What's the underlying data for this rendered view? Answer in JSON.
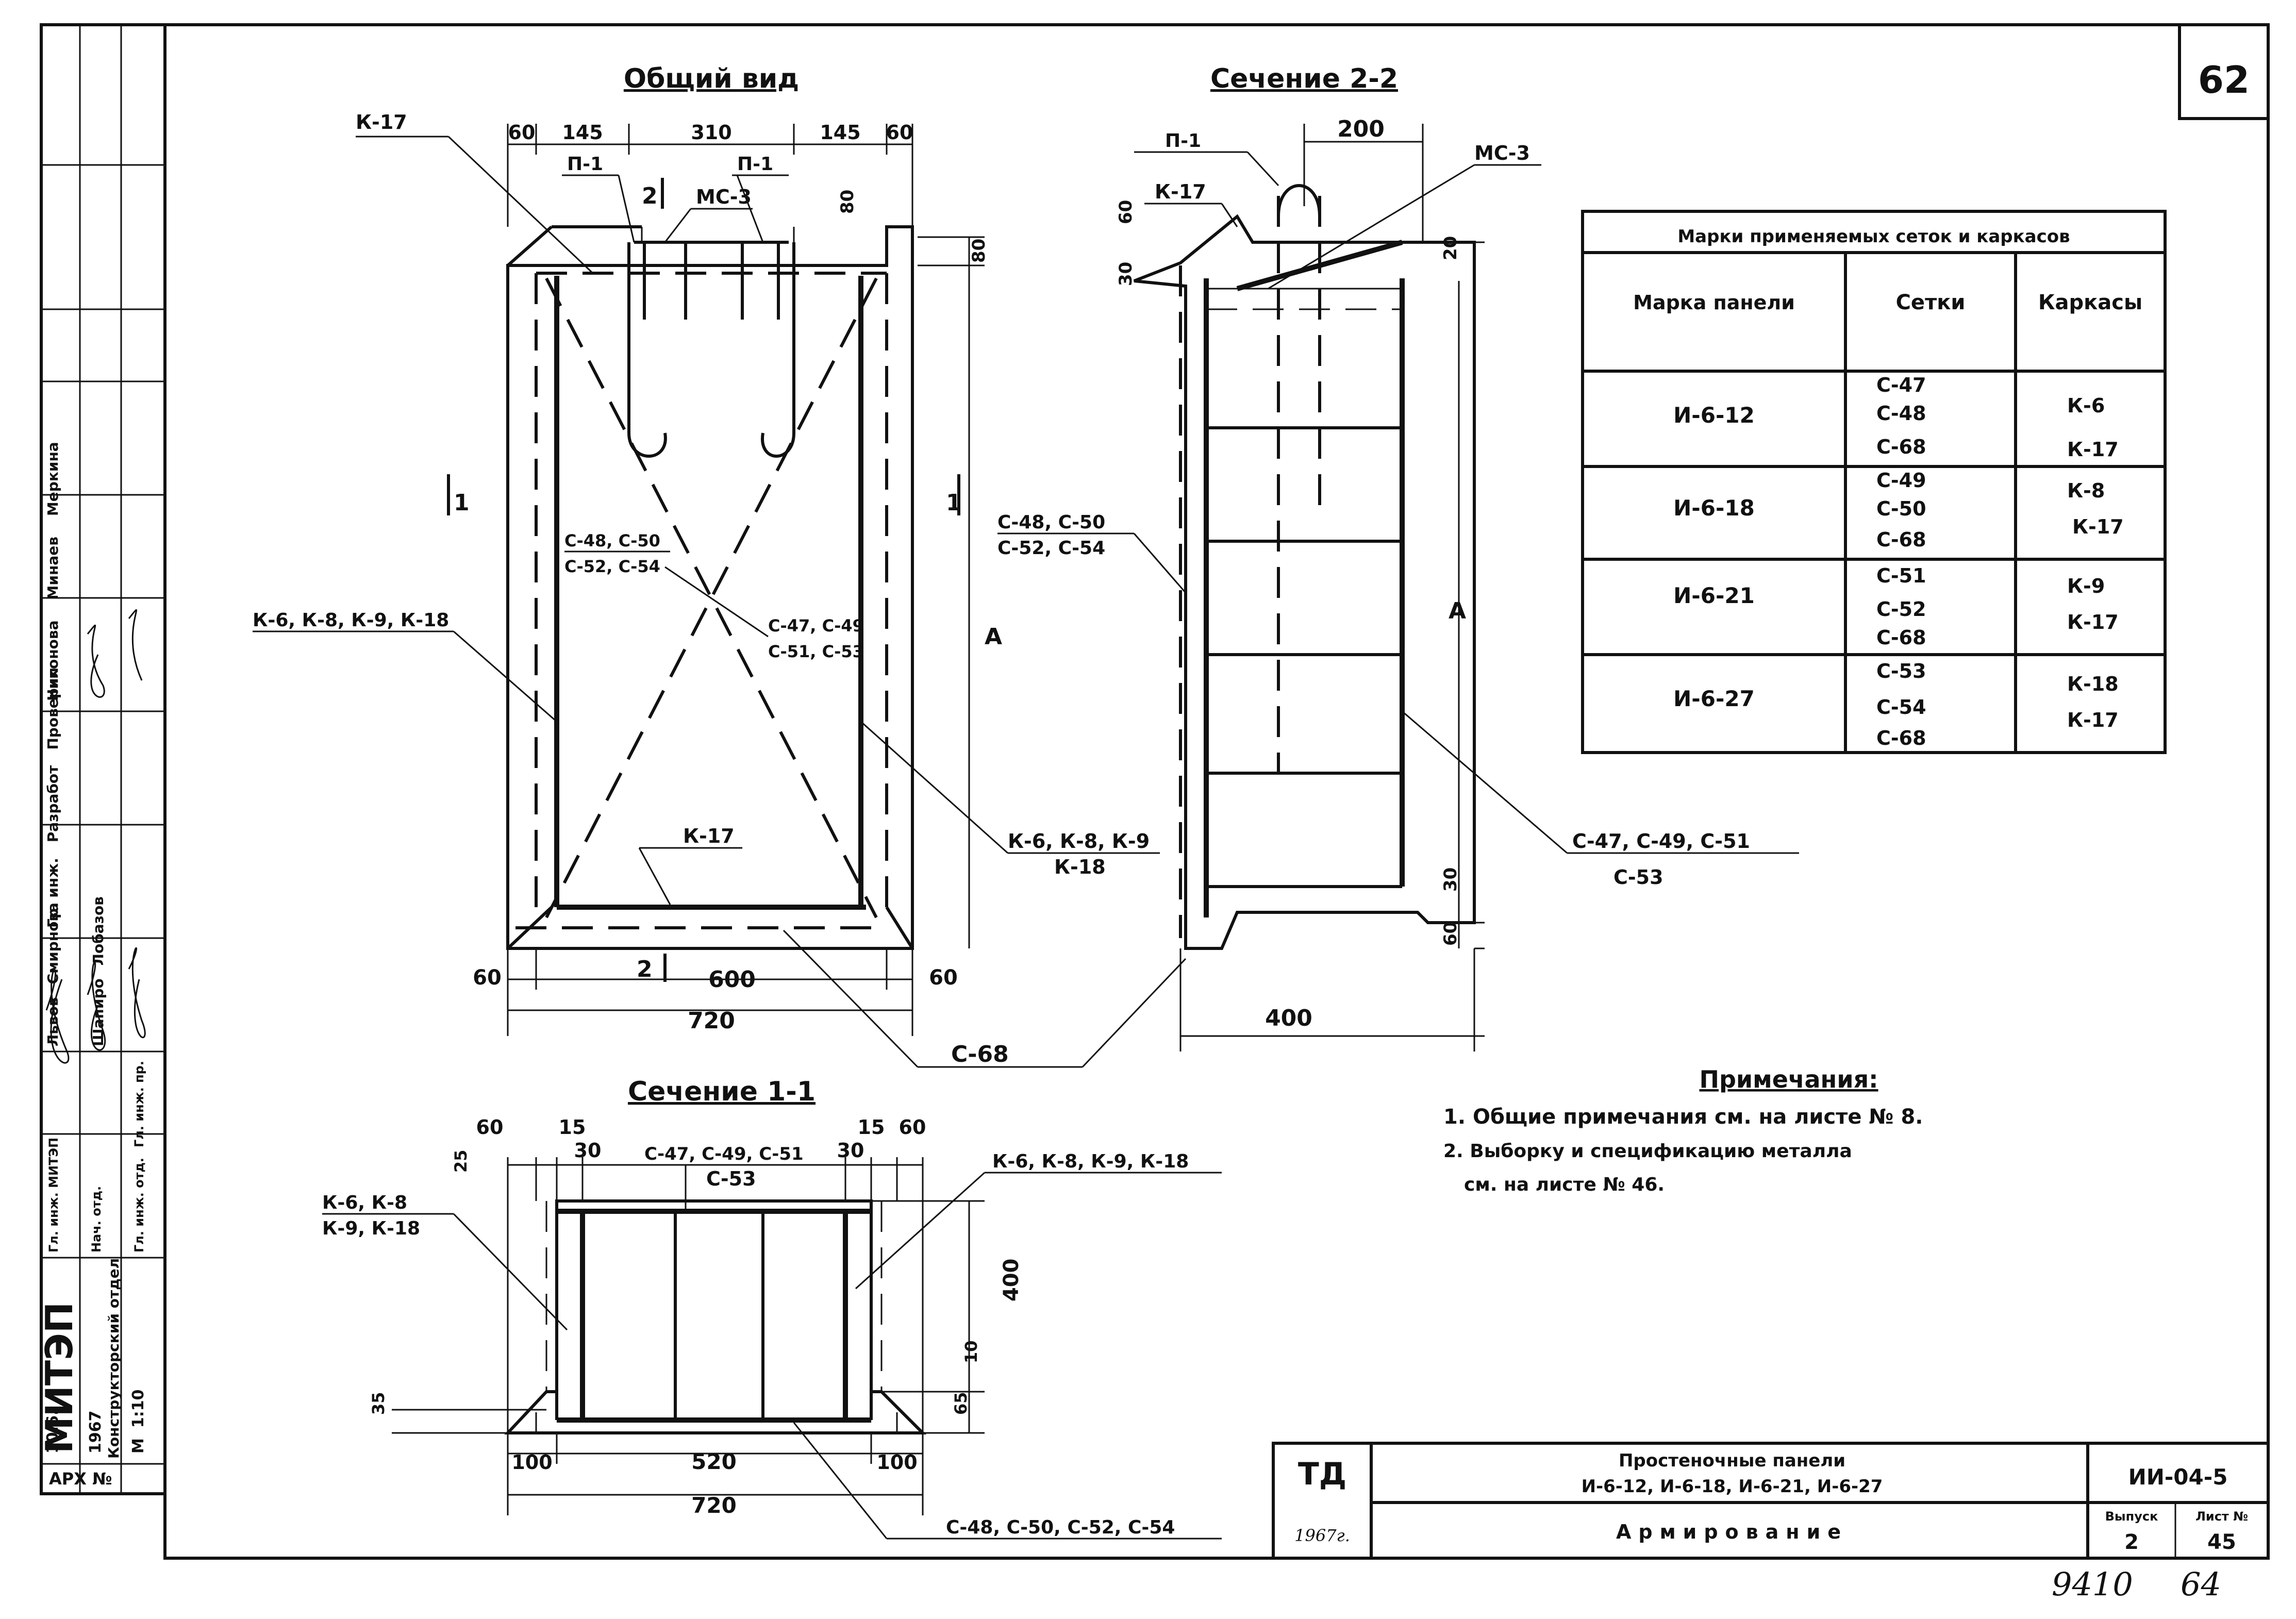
{
  "sheet": {
    "sheet_number": "62",
    "handwritten_bottom": [
      "9410",
      "64"
    ]
  },
  "views": {
    "general_view": {
      "title": "Общий вид",
      "dims_top": [
        "60",
        "145",
        "310",
        "145",
        "60"
      ],
      "dims_bottom": [
        "60",
        "600",
        "60"
      ],
      "dim_total": "720",
      "labels": {
        "k17_top": "К-17",
        "p1_left": "П-1",
        "p1_right": "П-1",
        "mc3": "МС-3",
        "dim_80a": "80",
        "dim_80b": "80",
        "section_mark_2": "2",
        "section_mark_2_bottom": "2",
        "section_mark_1_left": "1",
        "section_mark_1_right": "1",
        "mesh_inner_1": "С-48, С-50",
        "mesh_inner_2": "С-52, С-54",
        "mesh_diag_1": "С-47, С-49",
        "mesh_diag_2": "С-51, С-53",
        "frames_left": "К-6, К-8, К-9, К-18",
        "k17_bottom": "К-17",
        "dim_A": "А",
        "frames_right_1": "К-6, К-8, К-9",
        "frames_right_2": "К-18",
        "c68": "С-68"
      }
    },
    "section_2_2": {
      "title": "Сечение 2-2",
      "labels": {
        "p1": "П-1",
        "dim_200": "200",
        "mc3": "МС-3",
        "k17": "К-17",
        "dim_60": "60",
        "dim_30": "30",
        "dim_20": "20",
        "mesh_left_1": "С-48, С-50",
        "mesh_left_2": "С-52, С-54",
        "dim_A": "А",
        "mesh_right_1": "С-47, С-49, С-51",
        "mesh_right_2": "С-53",
        "dim_30b": "30",
        "dim_60b": "60",
        "dim_400": "400"
      }
    },
    "section_1_1": {
      "title": "Сечение 1-1",
      "dims_top": [
        "60",
        "15",
        "30",
        "30",
        "15",
        "60"
      ],
      "dim_25": "25",
      "dim_35": "35",
      "dim_400": "400",
      "dim_10": "10",
      "dim_65": "65",
      "dims_bottom": [
        "100",
        "520",
        "100"
      ],
      "dim_total": "720",
      "labels": {
        "mesh_top_1": "С-47, С-49, С-51",
        "mesh_top_2": "С-53",
        "frames_left_1": "К-6, К-8",
        "frames_left_2": "К-9, К-18",
        "frames_right": "К-6, К-8, К-9, К-18",
        "mesh_bottom": "С-48, С-50, С-52, С-54"
      }
    }
  },
  "table": {
    "title": "Марки применяемых сеток и каркасов",
    "headers": [
      "Марка панели",
      "Сетки",
      "Каркасы"
    ],
    "rows": [
      {
        "mark": "И-6-12",
        "meshes": [
          "С-47",
          "С-48",
          "С-68"
        ],
        "frames": [
          "К-6",
          "К-17"
        ]
      },
      {
        "mark": "И-6-18",
        "meshes": [
          "С-49",
          "С-50",
          "С-68"
        ],
        "frames": [
          "К-8",
          "К-17"
        ]
      },
      {
        "mark": "И-6-21",
        "meshes": [
          "С-51",
          "С-52",
          "С-68"
        ],
        "frames": [
          "К-9",
          "К-17"
        ]
      },
      {
        "mark": "И-6-27",
        "meshes": [
          "С-53",
          "С-54",
          "С-68"
        ],
        "frames": [
          "К-18",
          "К-17"
        ]
      }
    ]
  },
  "notes": {
    "title": "Примечания:",
    "items": [
      "1. Общие примечания см. на листе № 8.",
      "2. Выборку и спецификацию металла",
      "см. на листе № 46."
    ]
  },
  "title_block": {
    "org": "ТД",
    "year": "1967г.",
    "title_line1": "Простеночные панели",
    "title_line2": "И-6-12,  И-6-18,  И-6-21,  И-6-27",
    "subtitle": "Армирование",
    "code": "ИИ-04-5",
    "issue_label": "Выпуск",
    "issue": "2",
    "sheet_label": "Лист №",
    "sheet": "45"
  },
  "side_stamp": {
    "org": "МИТЭП",
    "dept": "Конструкторский отдел",
    "arch_no": "АРХ №",
    "date": "10.6.",
    "date_year": "1967",
    "scale_label": "М",
    "scale": "1:10",
    "roles": [
      "Гл. инж. МИТЭП",
      "Нач. отд.",
      "Гл. инж. отд.",
      "Гл. инж. пр."
    ],
    "names_col1": [
      "Львов",
      "Смирнова",
      "Шапиро",
      "Лобазов"
    ],
    "roles_col2": [
      "Гр. инж.",
      "Разработ",
      "Проверил"
    ],
    "names_col3": [
      "Никонова",
      "Минаев",
      "Меркина"
    ]
  }
}
